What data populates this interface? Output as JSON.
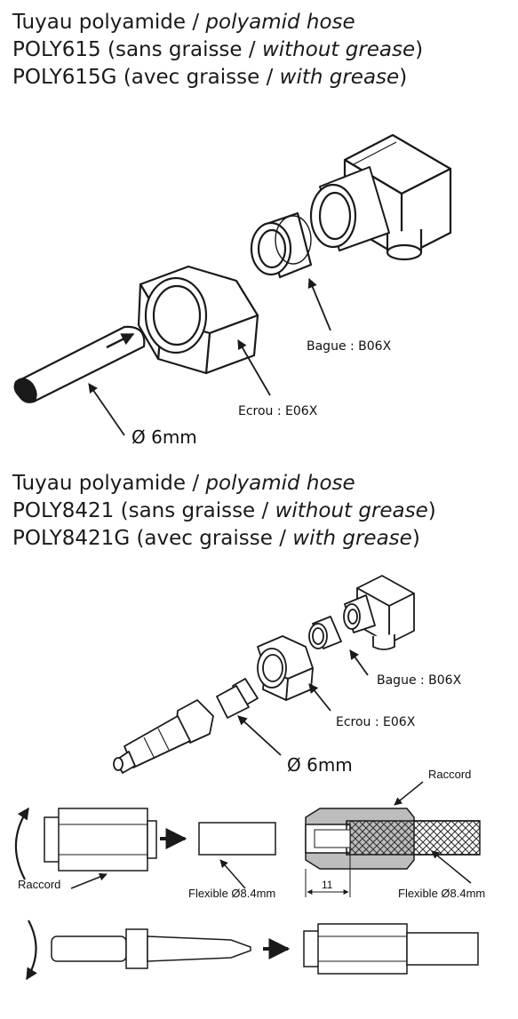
{
  "section1": {
    "line1_regular": "Tuyau polyamide / ",
    "line1_italic": "polyamid hose",
    "line2_regular": "POLY615 (sans graisse / ",
    "line2_italic": "without grease",
    "line2_end": ")",
    "line3_regular": "POLY615G (avec graisse / ",
    "line3_italic": "with grease",
    "line3_end": ")",
    "labels": {
      "bague": "Bague : B06X",
      "ecrou": "Ecrou : E06X",
      "diameter": "Ø 6mm"
    }
  },
  "section2": {
    "line1_regular": "Tuyau polyamide / ",
    "line1_italic": "polyamid hose",
    "line2_regular": "POLY8421 (sans graisse / ",
    "line2_italic": "without grease",
    "line2_end": ")",
    "line3_regular": "POLY8421G (avec graisse / ",
    "line3_italic": "with grease",
    "line3_end": ")",
    "labels": {
      "bague": "Bague : B06X",
      "ecrou": "Ecrou : E06X",
      "diameter": "Ø 6mm"
    }
  },
  "assembly": {
    "raccord_left": "Raccord",
    "flexible_left": "Flexible Ø8.4mm",
    "raccord_right": "Raccord",
    "dimension": "11",
    "flexible_right": "Flexible Ø8.4mm"
  },
  "colors": {
    "line": "#1a1a1a",
    "hatch": "#333333",
    "shade": "#bdbdbd"
  }
}
